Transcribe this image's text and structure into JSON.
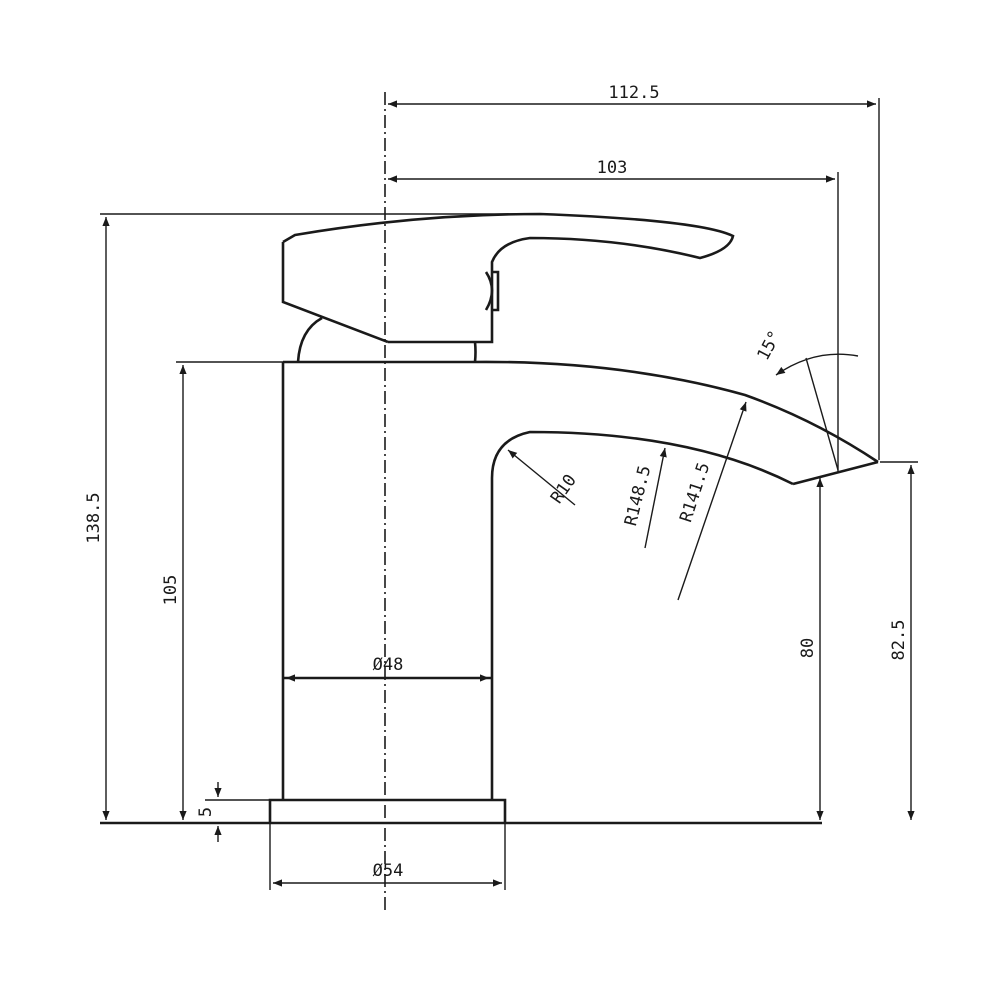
{
  "dimensions": {
    "overall_reach": "112.5",
    "spout_reach": "103",
    "overall_height": "138.5",
    "body_height": "105",
    "spout_outlet_height": "80",
    "spout_tip_height": "82.5",
    "base_thickness": "5",
    "body_diameter": "Ø48",
    "base_diameter": "Ø54",
    "inner_radius": "R10",
    "radius_inner_arc": "R148.5",
    "radius_outer_arc": "R141.5",
    "outlet_angle": "15°"
  },
  "colors": {
    "line": "#1a1a1a",
    "background": "#ffffff"
  }
}
